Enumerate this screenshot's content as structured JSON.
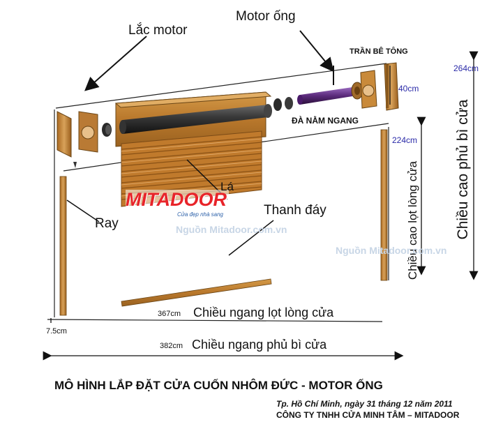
{
  "diagram": {
    "labels": {
      "lac_motor": "Lắc motor",
      "motor_ong": "Motor ống",
      "tran_be_tong": "TRẦN BÊ TÔNG",
      "da_nam_ngang": "ĐÀ NẰM NGANG",
      "la": "Lá",
      "ray": "Ray",
      "thanh_day": "Thanh đáy",
      "chieu_ngang_lot_long": "Chiều ngang lọt lòng cửa",
      "chieu_ngang_phu_bi": "Chiều ngang phủ bì cửa",
      "chieu_cao_lot_long": "Chiều cao lọt lòng cửa",
      "chieu_cao_phu_bi": "Chiều cao phủ bì cửa"
    },
    "dimensions": {
      "d264": "264cm",
      "d40": "40cm",
      "d224": "224cm",
      "d367": "367cm",
      "d382": "382cm",
      "d75": "7.5cm"
    },
    "watermark": {
      "brand": "MITADOOR",
      "tagline": "Cửa đẹp nhà sang",
      "source": "Nguồn Mitadoor.com.vn"
    }
  },
  "footer": {
    "title": "MÔ HÌNH LẮP ĐẶT CỬA CUỐN NHÔM ĐỨC - MOTOR ỐNG",
    "date": "Tp. Hồ Chí Minh, ngày 31 tháng 12 năm 2011",
    "company": "CÔNG TY TNHH CỬA MINH TÂM – MITADOOR"
  },
  "colors": {
    "wood": "#c98a3a",
    "wood_dark": "#8a5a1e",
    "motor": "#6a3a8a",
    "brand_red": "#e8242a"
  }
}
